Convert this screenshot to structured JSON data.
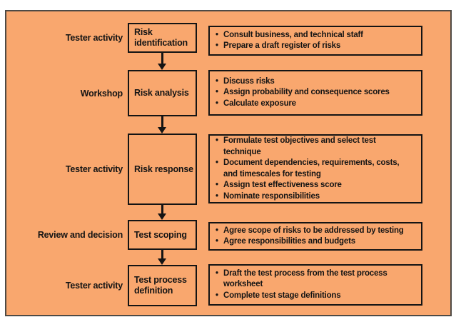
{
  "colors": {
    "background": "#F9A76E",
    "frame_border": "#4E4A45",
    "box_border": "#141414",
    "text": "#141414"
  },
  "bullet_char": "•",
  "rows": [
    {
      "actor": "Tester activity",
      "step": "Risk identification",
      "details": [
        "Consult business, and technical staff",
        "Prepare a draft register of risks"
      ]
    },
    {
      "actor": "Workshop",
      "step": "Risk analysis",
      "details": [
        "Discuss risks",
        "Assign probability and consequence scores",
        "Calculate exposure"
      ]
    },
    {
      "actor": "Tester activity",
      "step": "Risk response",
      "details": [
        "Formulate test objectives and select test technique",
        "Document dependencies, requirements, costs,\nand timescales for testing",
        "Assign test effectiveness score",
        "Nominate responsibilities"
      ]
    },
    {
      "actor": "Review and decision",
      "step": "Test scoping",
      "details": [
        "Agree scope of risks to be addressed by testing",
        "Agree responsibilities and budgets"
      ]
    },
    {
      "actor": "Tester activity",
      "step": "Test process definition",
      "details": [
        "Draft the test process from the test process\nworksheet",
        "Complete test stage definitions"
      ]
    }
  ]
}
